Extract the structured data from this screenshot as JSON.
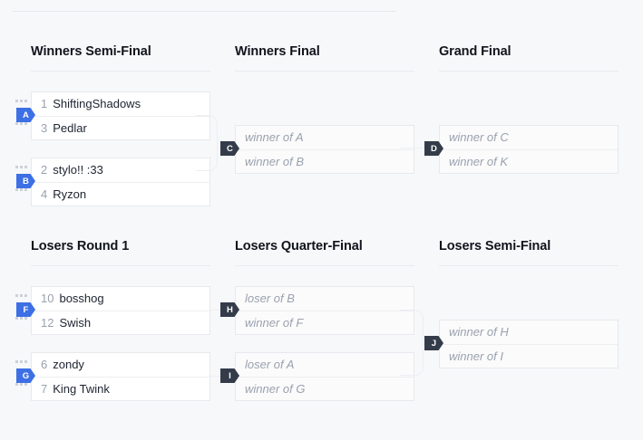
{
  "bracket": {
    "title_rule": true,
    "accent_blue": "#3d6fe5",
    "accent_dark": "#343c4a",
    "background": "#f7f8fa",
    "rounds": [
      {
        "id": "winners-semi-final",
        "label": "Winners Semi-Final"
      },
      {
        "id": "winners-final",
        "label": "Winners Final"
      },
      {
        "id": "grand-final",
        "label": "Grand Final"
      },
      {
        "id": "losers-round-1",
        "label": "Losers Round 1"
      },
      {
        "id": "losers-quarter-final",
        "label": "Losers Quarter-Final"
      },
      {
        "id": "losers-semi-final",
        "label": "Losers Semi-Final"
      }
    ],
    "matches": [
      {
        "key": "A",
        "badge": "A",
        "badge_color": "blue",
        "round": "winners-semi-final",
        "slots": [
          {
            "seed": "1",
            "name": "ShiftingShadows",
            "empty": false
          },
          {
            "seed": "3",
            "name": "Pedlar",
            "empty": false
          }
        ]
      },
      {
        "key": "B",
        "badge": "B",
        "badge_color": "blue",
        "round": "winners-semi-final",
        "slots": [
          {
            "seed": "2",
            "name": "stylo!! :33",
            "empty": false
          },
          {
            "seed": "4",
            "name": "Ryzon",
            "empty": false
          }
        ]
      },
      {
        "key": "C",
        "badge": "C",
        "badge_color": "dark",
        "round": "winners-final",
        "slots": [
          {
            "seed": "",
            "name": "winner of A",
            "empty": true
          },
          {
            "seed": "",
            "name": "winner of B",
            "empty": true
          }
        ]
      },
      {
        "key": "D",
        "badge": "D",
        "badge_color": "dark",
        "round": "grand-final",
        "slots": [
          {
            "seed": "",
            "name": "winner of C",
            "empty": true
          },
          {
            "seed": "",
            "name": "winner of K",
            "empty": true
          }
        ]
      },
      {
        "key": "F",
        "badge": "F",
        "badge_color": "blue",
        "round": "losers-round-1",
        "slots": [
          {
            "seed": "10",
            "name": "bosshog",
            "empty": false
          },
          {
            "seed": "12",
            "name": "Swish",
            "empty": false
          }
        ]
      },
      {
        "key": "G",
        "badge": "G",
        "badge_color": "blue",
        "round": "losers-round-1",
        "slots": [
          {
            "seed": "6",
            "name": "zondy",
            "empty": false
          },
          {
            "seed": "7",
            "name": "King Twink",
            "empty": false
          }
        ]
      },
      {
        "key": "H",
        "badge": "H",
        "badge_color": "dark",
        "round": "losers-quarter-final",
        "slots": [
          {
            "seed": "",
            "name": "loser of B",
            "empty": true
          },
          {
            "seed": "",
            "name": "winner of F",
            "empty": true
          }
        ]
      },
      {
        "key": "I",
        "badge": "I",
        "badge_color": "dark",
        "round": "losers-quarter-final",
        "slots": [
          {
            "seed": "",
            "name": "loser of A",
            "empty": true
          },
          {
            "seed": "",
            "name": "winner of G",
            "empty": true
          }
        ]
      },
      {
        "key": "J",
        "badge": "J",
        "badge_color": "dark",
        "round": "losers-semi-final",
        "slots": [
          {
            "seed": "",
            "name": "winner of H",
            "empty": true
          },
          {
            "seed": "",
            "name": "winner of I",
            "empty": true
          }
        ]
      }
    ]
  }
}
